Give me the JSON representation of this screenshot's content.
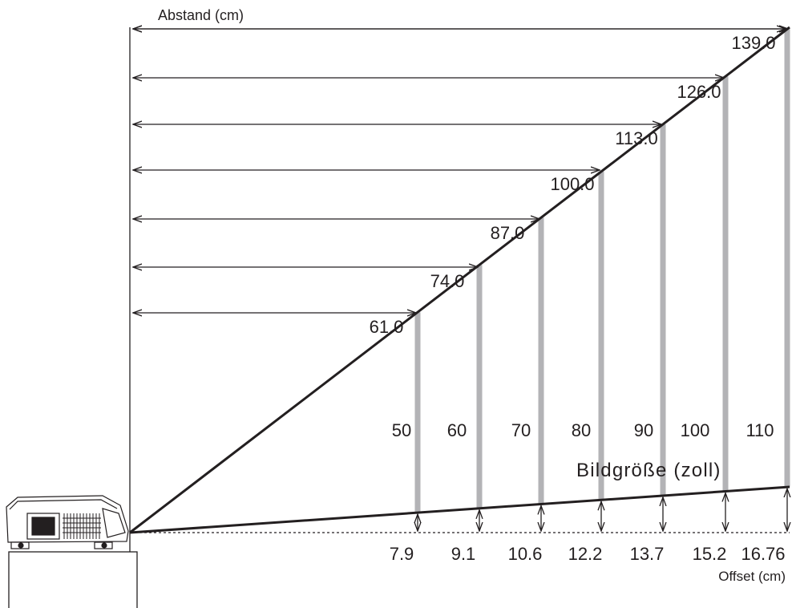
{
  "distance_axis_label": "Abstand (cm)",
  "size_axis_label": "Bildgröße (zoll)",
  "offset_axis_label": "Offset (cm)",
  "screens": [
    {
      "size_inch": "50",
      "distance_cm": "61.0",
      "offset_cm": "7.9"
    },
    {
      "size_inch": "60",
      "distance_cm": "74.0",
      "offset_cm": "9.1"
    },
    {
      "size_inch": "70",
      "distance_cm": "87.0",
      "offset_cm": "10.6"
    },
    {
      "size_inch": "80",
      "distance_cm": "100.0",
      "offset_cm": "12.2"
    },
    {
      "size_inch": "90",
      "distance_cm": "113.0",
      "offset_cm": "13.7"
    },
    {
      "size_inch": "100",
      "distance_cm": "126.0",
      "offset_cm": "15.2"
    },
    {
      "size_inch": "110",
      "distance_cm": "139.0",
      "offset_cm": "16.76"
    }
  ],
  "colors": {
    "line": "#231f20",
    "screen_bar": "#b3b3b6",
    "dashed_floor": "#231f20"
  },
  "icons": {
    "projector": "projector-icon",
    "table": "projector-stand"
  }
}
